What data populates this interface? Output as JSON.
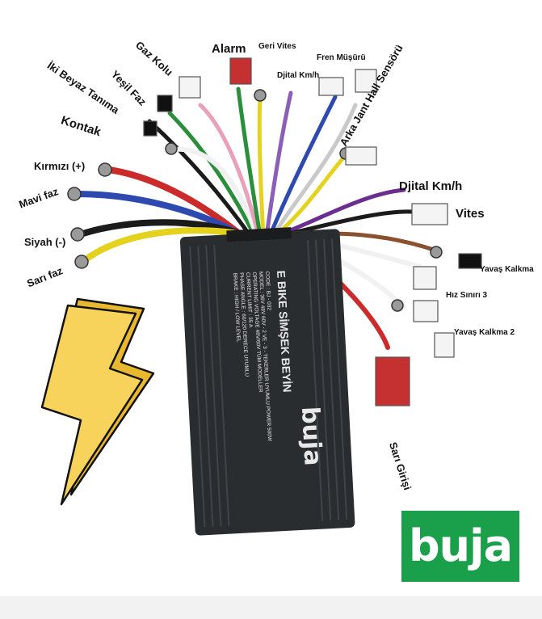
{
  "labels": {
    "gaz_kolu": "Gaz Kolu",
    "alarm": "Alarm",
    "geri_vites": "Geri Vites",
    "fren_musuru": "Fren Müşürü",
    "dijital_kmh_top": "Djital Km/h",
    "iki_beyaz_tanima": "İki Beyaz Tanıma",
    "yesil_faz": "Yeşil Faz",
    "arka_jant_hall": "Arka Jant Hall Sensörü",
    "kontak": "Kontak",
    "kirmizi": "Kırmızı (+)",
    "djital_kmh_right": "Djital Km/h",
    "mavi_faz": "Mavi faz",
    "vites": "Vites",
    "siyah": "Siyah (-)",
    "yavas_kalkma": "Yavaş Kalkma",
    "sari_faz": "Sarı faz",
    "hiz_siniri": "Hız Sınırı 3",
    "yavas_kalkma_2": "Yavaş Kalkma 2",
    "sari_girisi": "Sarı Girişi"
  },
  "controller": {
    "title": "E BIKE SİMŞEK BEYİN",
    "spec_lines": [
      "CODE : BJ - 032",
      "MODEL : 36V 48V 60V - 2 VE - 3 - TEKERLER UYUMLU POWER 500W",
      "OPERATING VOLTAGE 48V/60V TÜM MODELLER",
      "CURRENT LIMIT : 35 A",
      "PHASE ANGLE : 60/120 DERECE UYUMLU",
      "BRAKE : HIGH / LOW LEVEL"
    ],
    "brand": "buja"
  },
  "logo": {
    "text": "buja"
  },
  "colors": {
    "logo_green": "#1aa04a",
    "lightning_fill": "#f7d35b",
    "lightning_shade": "#e8b92f",
    "controller_body": "#2a2d30"
  }
}
